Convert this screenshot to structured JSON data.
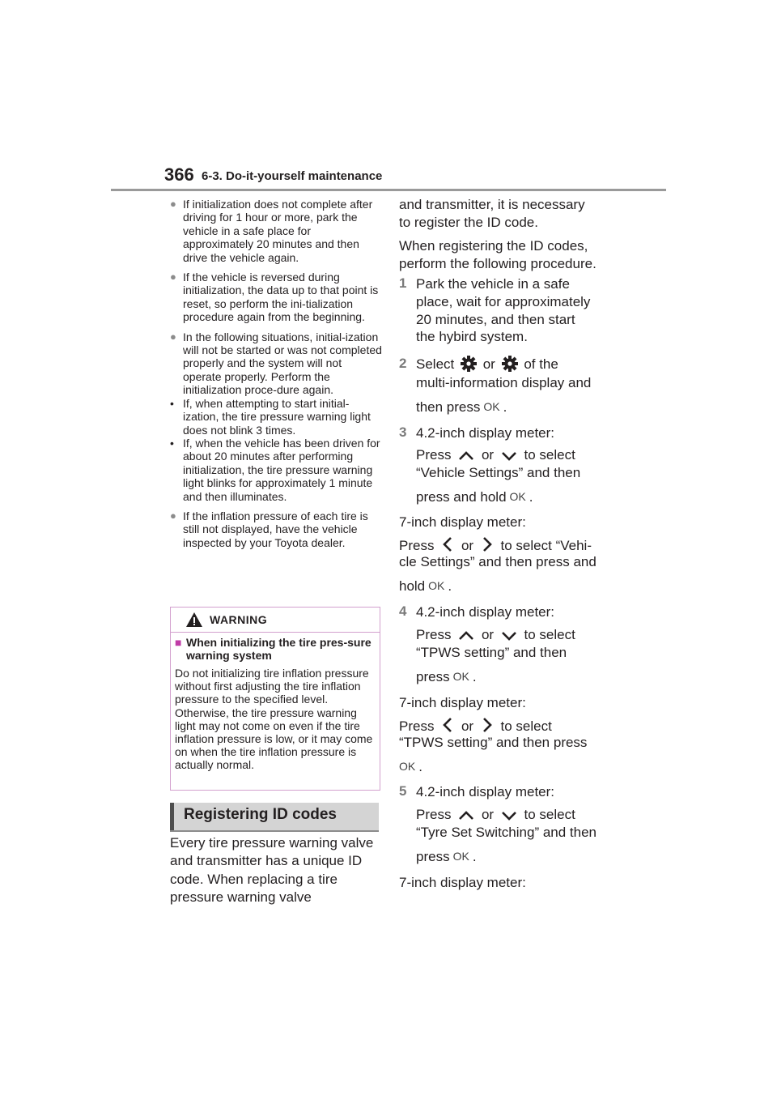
{
  "header": {
    "page_number": "366",
    "section": "6-3. Do-it-yourself maintenance"
  },
  "left_notes": [
    {
      "text": "If initialization does not complete after driving for 1 hour or more, park the vehicle in a safe place for approximately 20 minutes and then drive the vehicle again."
    },
    {
      "text": "If the vehicle is reversed during initialization, the data up to that point is reset, so perform the ini-tialization procedure again from the beginning."
    },
    {
      "text": "In the following situations, initial-ization will not be started or was not completed properly and the system will not operate properly. Perform the initialization proce-dure again.",
      "sub": [
        "If, when attempting to start initial-ization, the tire pressure warning light does not blink 3 times.",
        "If, when the vehicle has been driven for about 20 minutes after performing initialization, the tire pressure warning light blinks for approximately 1 minute and then illuminates."
      ]
    },
    {
      "text": "If the inflation pressure of each tire is still not displayed, have the vehicle inspected by your Toyota dealer."
    }
  ],
  "warning": {
    "title": "WARNING",
    "subtitle": "When initializing the tire pres-sure warning system",
    "body": "Do not initializing tire inflation pressure without first adjusting the tire inflation pressure to the specified level. Otherwise, the tire pressure warning light may not come on even if the tire inflation pressure is low, or it may come on when the tire inflation pressure is actually normal."
  },
  "registering": {
    "heading": "Registering ID codes",
    "para": "Every tire pressure warning valve and transmitter has a unique ID code. When replacing a tire pressure warning valve"
  },
  "right": {
    "cont1": "and transmitter, it is necessary",
    "cont2": "to register the ID code.",
    "intro1": "When registering the ID codes,",
    "intro2": "perform the following procedure.",
    "step1": {
      "num": "1",
      "l1": "Park the vehicle in a safe",
      "l2": "place, wait for approximately",
      "l3": "20 minutes, and then start",
      "l4": "the hybird system."
    },
    "step2": {
      "num": "2",
      "l1a": "Select",
      "or": "or",
      "l1b": "of the",
      "l2": "multi-information display and",
      "l3": "then press",
      "dot": "."
    },
    "step3": {
      "num": "3",
      "l1": "4.2-inch display meter:",
      "press": "Press",
      "or": "or",
      "to_select": "to select",
      "l3": "“Vehicle Settings” and then",
      "l4": "press and hold",
      "dot": "."
    },
    "seven1": {
      "l1": "7-inch display meter:",
      "press": "Press",
      "or": "or",
      "tail": "to select “Vehi-",
      "l3": "cle Settings” and then press and",
      "l4": "hold",
      "dot": "."
    },
    "step4": {
      "num": "4",
      "l1": "4.2-inch display meter:",
      "press": "Press",
      "or": "or",
      "to_select": "to select",
      "l3": "“TPWS setting” and then",
      "l4": "press",
      "dot": "."
    },
    "seven2": {
      "l1": "7-inch display meter:",
      "press": "Press",
      "or": "or",
      "to_select": "to select",
      "l3": "“TPWS setting” and then press",
      "dot": "."
    },
    "step5": {
      "num": "5",
      "l1": "4.2-inch display meter:",
      "press": "Press",
      "or": "or",
      "to_select": "to select",
      "l3": "“Tyre Set Switching” and then",
      "l4": "press",
      "dot": "."
    },
    "seven3": {
      "l1": "7-inch display meter:"
    },
    "ok_label": "OK"
  }
}
